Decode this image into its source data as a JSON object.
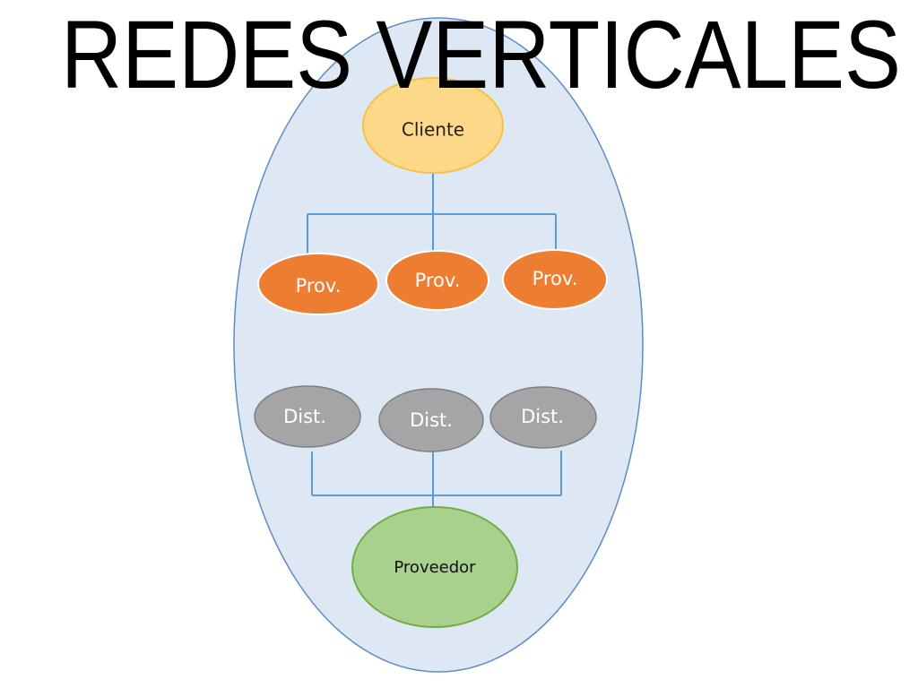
{
  "title": "REDES VERTICALES",
  "diagram": {
    "top": {
      "label": "Cliente"
    },
    "providers": [
      {
        "label": "Prov."
      },
      {
        "label": "Prov."
      },
      {
        "label": "Prov."
      }
    ],
    "distributors": [
      {
        "label": "Dist."
      },
      {
        "label": "Dist."
      },
      {
        "label": "Dist."
      }
    ],
    "bottom": {
      "label": "Proveedor"
    }
  },
  "colors": {
    "container_fill": "#dde8f4",
    "container_stroke": "#5b8cc4",
    "cliente_fill": "#fdd889",
    "prov_fill": "#ed7d31",
    "dist_fill": "#a5a5a5",
    "proveedor_fill": "#a9d18e",
    "connector": "#5b9bd5"
  }
}
